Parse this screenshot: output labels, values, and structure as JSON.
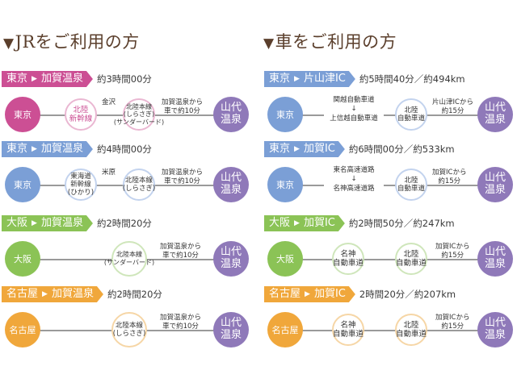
{
  "headings": {
    "jr": "JRをご利用の方",
    "car": "車をご利用の方"
  },
  "colors": {
    "tokyo": "#cc4f94",
    "tokyo_car": "#7b9fd6",
    "osaka": "#8bc356",
    "nagoya": "#f0a73b",
    "yamashiro": "#8f79b9"
  },
  "jr": [
    {
      "from": "東京",
      "to": "加賀温泉",
      "time": "約3時間00分",
      "start": "東京",
      "mid1": "北陸\n新幹線",
      "note1": "金沢",
      "mid2": "北陸本線\n(しらさぎ)\n(サンダーバード)",
      "note2": "加賀温泉から\n車で約10分",
      "end": "山代\n温泉"
    },
    {
      "from": "東京",
      "to": "加賀温泉",
      "time": "約4時間00分",
      "start": "東京",
      "mid1": "東海道\n新幹線\n(ひかり)",
      "note1": "米原",
      "mid2": "北陸本線\n(しらさぎ)",
      "note2": "加賀温泉から\n車で約10分",
      "end": "山代\n温泉"
    },
    {
      "from": "大阪",
      "to": "加賀温泉",
      "time": "約2時間20分",
      "start": "大阪",
      "mid1": "北陸本線\n(サンダーバード)",
      "note2": "加賀温泉から\n車で約10分",
      "end": "山代\n温泉"
    },
    {
      "from": "名古屋",
      "to": "加賀温泉",
      "time": "約2時間20分",
      "start": "名古屋",
      "mid1": "北陸本線\n(しらさぎ)",
      "note2": "加賀温泉から\n車で約10分",
      "end": "山代\n温泉"
    }
  ],
  "car": [
    {
      "from": "東京",
      "to": "片山津IC",
      "time": "約5時間40分／約494km",
      "start": "東京",
      "road1": "関越自動車道",
      "arrow": "↓",
      "road2": "上信越自動車道",
      "mid": "北陸\n自動車道",
      "note": "片山津ICから\n約15分",
      "end": "山代\n温泉"
    },
    {
      "from": "東京",
      "to": "加賀IC",
      "time": "約6時間00分／約533km",
      "start": "東京",
      "road1": "東名高速道路",
      "arrow": "↓",
      "road2": "名神高速道路",
      "mid": "北陸\n自動車道",
      "note": "加賀ICから\n約15分",
      "end": "山代\n温泉"
    },
    {
      "from": "大阪",
      "to": "加賀IC",
      "time": "約2時間50分／約247km",
      "start": "大阪",
      "mid1": "名神\n自動車道",
      "mid": "北陸\n自動車道",
      "note": "加賀ICから\n約15分",
      "end": "山代\n温泉"
    },
    {
      "from": "名古屋",
      "to": "加賀IC",
      "time": "2時間20分／約207km",
      "start": "名古屋",
      "mid1": "名神\n自動車道",
      "mid": "北陸\n自動車道",
      "note": "加賀ICから\n約15分",
      "end": "山代\n温泉"
    }
  ]
}
